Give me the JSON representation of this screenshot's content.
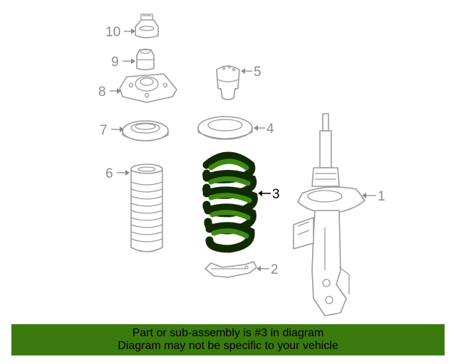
{
  "diagram": {
    "callouts": [
      "1",
      "2",
      "3",
      "4",
      "5",
      "6",
      "7",
      "8",
      "9",
      "10"
    ],
    "highlight_color": "#3b7a0e",
    "highlighted_part": "3"
  },
  "banner": {
    "line1": "Part or sub-assembly is #3 in diagram",
    "line2": "Diagram may not be specific to your vehicle",
    "background": "#3b7a0e"
  }
}
